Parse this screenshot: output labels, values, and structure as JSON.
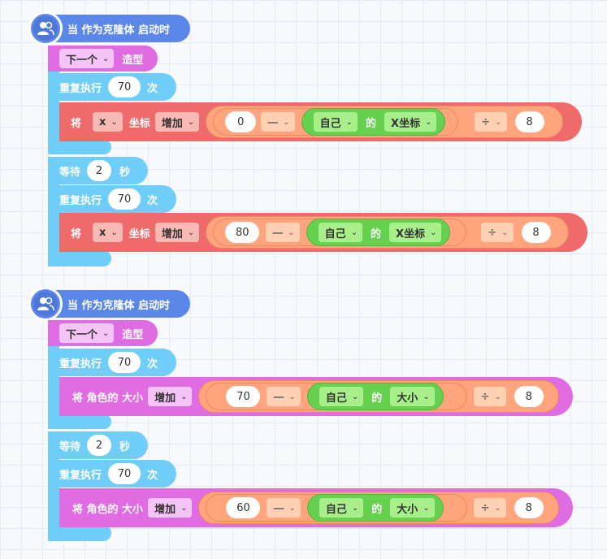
{
  "scripts": [
    {
      "hat_label": "当 作为克隆体 启动时",
      "next_costume": {
        "option": "下一个",
        "label": "造型"
      },
      "loop1": {
        "label": "重复执行",
        "count": "70",
        "unit": "次",
        "block": {
          "verb": "将",
          "axis": "x",
          "coord": "坐标",
          "op": "增加",
          "a": "0",
          "minus": "一",
          "obj": "自己",
          "of": "的",
          "prop": "X坐标",
          "div": "÷",
          "b": "8"
        }
      },
      "wait": {
        "label": "等待",
        "value": "2",
        "unit": "秒"
      },
      "loop2": {
        "label": "重复执行",
        "count": "70",
        "unit": "次",
        "block": {
          "verb": "将",
          "axis": "x",
          "coord": "坐标",
          "op": "增加",
          "a": "80",
          "minus": "一",
          "obj": "自己",
          "of": "的",
          "prop": "X坐标",
          "div": "÷",
          "b": "8"
        }
      }
    },
    {
      "hat_label": "当 作为克隆体 启动时",
      "next_costume": {
        "option": "下一个",
        "label": "造型"
      },
      "loop1": {
        "label": "重复执行",
        "count": "70",
        "unit": "次",
        "block": {
          "verb": "将 角色的 大小",
          "op": "增加",
          "a": "70",
          "minus": "一",
          "obj": "自己",
          "of": "的",
          "prop": "大小",
          "div": "÷",
          "b": "8"
        }
      },
      "wait": {
        "label": "等待",
        "value": "2",
        "unit": "秒"
      },
      "loop2": {
        "label": "重复执行",
        "count": "70",
        "unit": "次",
        "block": {
          "verb": "将 角色的 大小",
          "op": "增加",
          "a": "60",
          "minus": "一",
          "obj": "自己",
          "of": "的",
          "prop": "大小",
          "div": "÷",
          "b": "8"
        }
      }
    }
  ],
  "icons": {
    "hat": "clone-users-icon",
    "caret": "chevron-down-icon"
  },
  "colors": {
    "event": "#5b87e8",
    "looks": "#df6ce2",
    "control": "#6fcdf8",
    "motion": "#ef6b6b",
    "operator": "#ffa47c",
    "sensing": "#66d04f"
  }
}
